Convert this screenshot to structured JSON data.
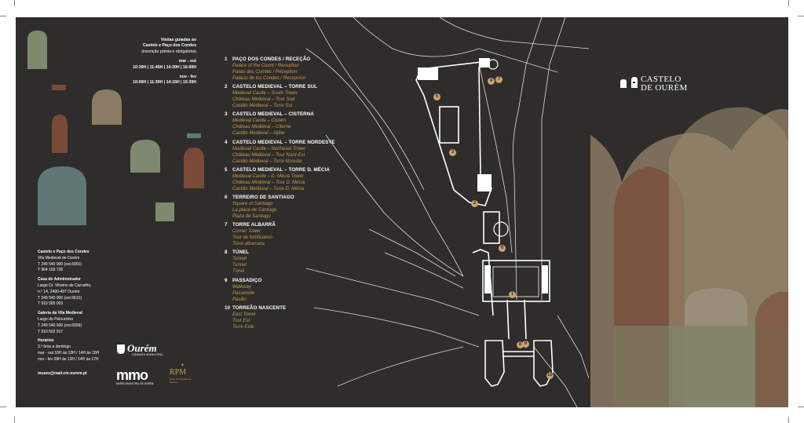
{
  "tours": {
    "title": "Visitas guiadas ao",
    "title2": "Castelo e Paço dos Condes",
    "note": "(inscrição prévia e obrigatória)",
    "period1": "mar - out",
    "times1": "10:30H | 11:45H | 14:30H | 16:00H",
    "period2": "nov - fev",
    "times2": "10:00H | 11:30H | 14:15H | 15:30H"
  },
  "legend": [
    {
      "num": "1",
      "title": "PAÇO DOS CONDES / RECEÇÃO",
      "tr": [
        "Palace of the Count / Reception",
        "Palais des Comtes / Réception",
        "Palácio de los Condes / Recepción"
      ]
    },
    {
      "num": "2",
      "title": "CASTELO MEDIEVAL – TORRE SUL",
      "tr": [
        "Medieval Castle – South Tower",
        "Château Médiéval – Tour Sud",
        "Castillo Medieval – Torre Sur"
      ]
    },
    {
      "num": "3",
      "title": "CASTELO MEDIEVAL – CISTERNA",
      "tr": [
        "Medieval Castle – Cistern",
        "Château Médiéval – Citerne",
        "Castillo Medieval – Aljibe"
      ]
    },
    {
      "num": "4",
      "title": "CASTELO MEDIEVAL – TORRE NORDESTE",
      "tr": [
        "Medieval Castle – Northeast Tower",
        "Château Médiéval – Tour Nord-Est",
        "Castillo Medieval – Torre Noreste"
      ]
    },
    {
      "num": "5",
      "title": "CASTELO MEDIEVAL – TORRE D. MÉCIA",
      "tr": [
        "Medieval Castle – D. Mécia Tower",
        "Château Médiéval – Tour D. Mécia",
        "Castillo Medieval – Torre D. Mécia"
      ]
    },
    {
      "num": "6",
      "title": "TERREIRO DE SANTIAGO",
      "tr": [
        "Square of Santiago",
        "La place de Santiago",
        "Plaza de Santiago"
      ]
    },
    {
      "num": "7",
      "title": "TORRE ALBARRÃ",
      "tr": [
        "Corner Tower",
        "Tour de fortification",
        "Torre albarrana"
      ]
    },
    {
      "num": "8",
      "title": "TÚNEL",
      "tr": [
        "Tunnel",
        "Tunnel",
        "Túnel"
      ]
    },
    {
      "num": "9",
      "title": "PASSADIÇO",
      "tr": [
        "Walkway",
        "Passerelle",
        "Pasillo"
      ]
    },
    {
      "num": "10",
      "title": "TORREÃO NASCENTE",
      "tr": [
        "East Tower",
        "Tour Est",
        "Torre Este"
      ]
    }
  ],
  "contacts": {
    "c1_name": "Castelo e Paço dos Condes",
    "c1_addr": "Vila Medieval de Ourém",
    "c1_tel1": "T 249 540 900 (ext.6991)",
    "c1_tel2": "T 964 169 726",
    "c2_name": "Casa do Administrador",
    "c2_addr1": "Largo Dr. Vitorino de Carvalho,",
    "c2_addr2": "n.º 14, 2490-497 Ourém",
    "c2_tel1": "T 249 540 900 (ext.6631)",
    "c2_tel2": "T 919 585 003",
    "c3_name": "Galeria da Vila Medieval",
    "c3_addr": "Largo do Pelourinho",
    "c3_tel1": "T 249 540 900 (ext.6999)",
    "c3_tel2": "T 910 502 917",
    "hours_title": "Horários",
    "hours_days": "3.ª feira a domingo",
    "hours_1": "mar - out 10H às 13H / 14H às 18H",
    "hours_2": "nov - fev 09H às 13H / 14H às 17H",
    "email": "museu@mail.cm-ourem.pt"
  },
  "map_numbers": [
    "1",
    "2",
    "3",
    "4",
    "5",
    "6",
    "7",
    "8",
    "9",
    "10"
  ],
  "brand": {
    "line1": "CASTELO",
    "line2": "DE OURÉM"
  },
  "logos": {
    "ourem": "Ourém",
    "ourem_sub": "CÂMARA MUNICIPAL",
    "mmo": "mmo",
    "mmo_sub": "MUSEU MUNICIPAL DE OURÉM",
    "rpm": "RPM",
    "rpm_sub": "Rede Portuguesa de Museus"
  },
  "colors": {
    "bg": "#2e2d2b",
    "accent": "#c79a4e",
    "sage": "#7d8a6f",
    "teal": "#5f7876",
    "rust": "#7a4a36",
    "sand": "#8b7a65"
  }
}
